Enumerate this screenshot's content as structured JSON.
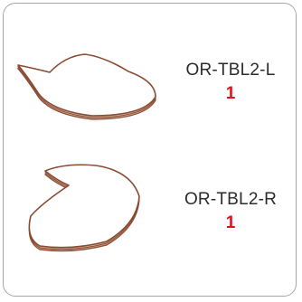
{
  "colors": {
    "border": "#a6a6a6",
    "text": "#2b2b2b",
    "quantity": "#e0121b",
    "panel_edge": "#8a4a32",
    "panel_face": "#ffffff"
  },
  "parts": [
    {
      "code": "OR-TBL2-L",
      "quantity": "1",
      "icon": "tabletop-panel-left"
    },
    {
      "code": "OR-TBL2-R",
      "quantity": "1",
      "icon": "tabletop-panel-right"
    }
  ]
}
